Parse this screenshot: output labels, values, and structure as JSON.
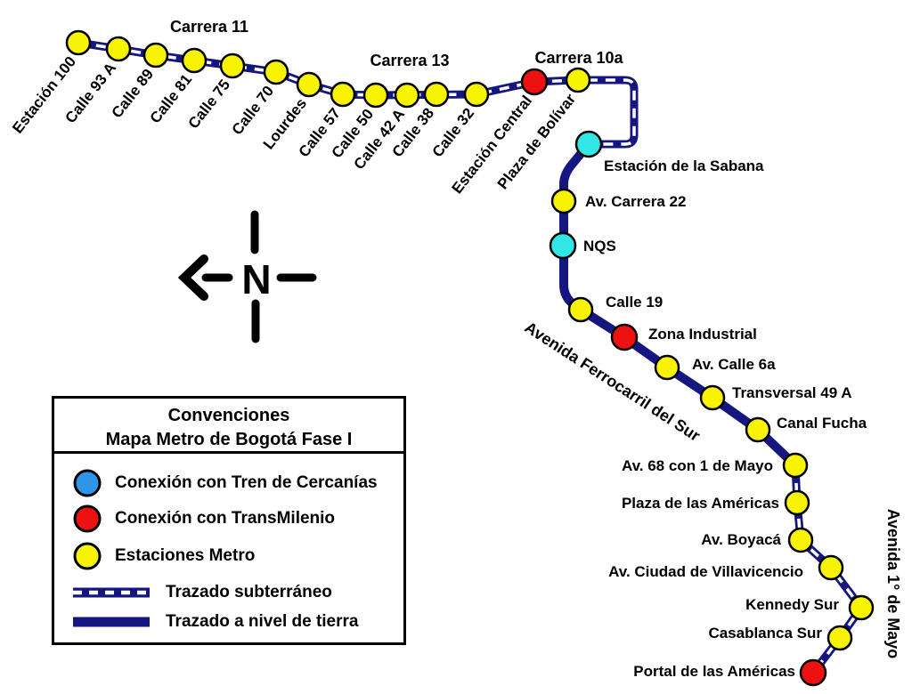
{
  "north": {
    "label": "N"
  },
  "streets": [
    {
      "name": "Carrera 11"
    },
    {
      "name": "Carrera 13"
    },
    {
      "name": "Carrera 10a"
    },
    {
      "name": "Avenida Ferrocarril del Sur"
    },
    {
      "name": "Avenida 1° de Mayo"
    }
  ],
  "stations": [
    {
      "label": "Estación 100",
      "type": "metro"
    },
    {
      "label": "Calle 93 A",
      "type": "metro"
    },
    {
      "label": "Calle 89",
      "type": "metro"
    },
    {
      "label": "Calle 81",
      "type": "metro"
    },
    {
      "label": "Calle 75",
      "type": "metro"
    },
    {
      "label": "Calle 70",
      "type": "metro"
    },
    {
      "label": "Lourdes",
      "type": "metro"
    },
    {
      "label": "Calle 57",
      "type": "metro"
    },
    {
      "label": "Calle 50",
      "type": "metro"
    },
    {
      "label": "Calle 42 A",
      "type": "metro"
    },
    {
      "label": "Calle 38",
      "type": "metro"
    },
    {
      "label": "Calle 32",
      "type": "metro"
    },
    {
      "label": "Estación Central",
      "type": "transmilenio"
    },
    {
      "label": "Plaza de Bolívar",
      "type": "metro"
    },
    {
      "label": "Estación de la Sabana",
      "type": "cercanias"
    },
    {
      "label": "Av. Carrera 22",
      "type": "metro"
    },
    {
      "label": "NQS",
      "type": "cercanias"
    },
    {
      "label": "Calle 19",
      "type": "metro"
    },
    {
      "label": "Zona Industrial",
      "type": "transmilenio"
    },
    {
      "label": "Av. Calle 6a",
      "type": "metro"
    },
    {
      "label": "Transversal 49 A",
      "type": "metro"
    },
    {
      "label": "Canal Fucha",
      "type": "metro"
    },
    {
      "label": "Av. 68 con 1 de Mayo",
      "type": "metro"
    },
    {
      "label": "Plaza de las Américas",
      "type": "metro"
    },
    {
      "label": "Av. Boyacá",
      "type": "metro"
    },
    {
      "label": "Av. Ciudad de Villavicencio",
      "type": "metro"
    },
    {
      "label": "Kennedy Sur",
      "type": "metro"
    },
    {
      "label": "Casablanca Sur",
      "type": "metro"
    },
    {
      "label": "Portal de las Américas",
      "type": "transmilenio"
    }
  ],
  "legend": {
    "title_line1": "Convenciones",
    "title_line2": "Mapa Metro de Bogotá Fase I",
    "items": [
      {
        "label": "Conexión con Tren de Cercanías",
        "type": "cercanias"
      },
      {
        "label": "Conexión con TransMilenio",
        "type": "transmilenio"
      },
      {
        "label": "Estaciones Metro",
        "type": "metro"
      },
      {
        "label": "Trazado subterráneo",
        "type": "underground-line"
      },
      {
        "label": "Trazado a nivel de tierra",
        "type": "surface-line"
      }
    ]
  },
  "colors": {
    "metro": "#F8F400",
    "transmilenio": "#ED1111",
    "cercanias_map": "#33E6E6",
    "cercanias_legend": "#2E96E8",
    "line": "#161680",
    "dash": "#FFFFFF"
  }
}
